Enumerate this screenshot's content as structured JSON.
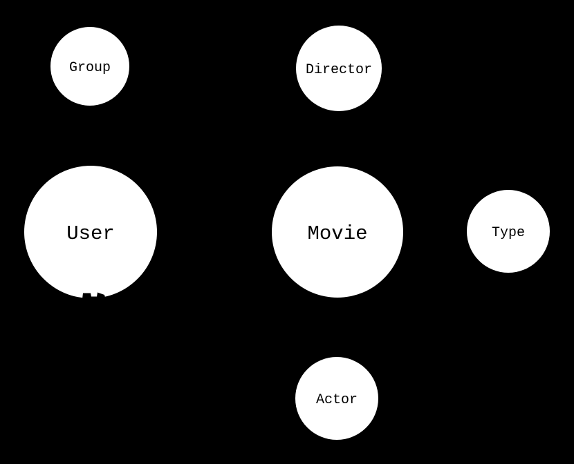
{
  "diagram": {
    "type": "graph",
    "background_color": "#000000",
    "node_fill_color": "#ffffff",
    "node_label_color": "#000000",
    "arrowhead_color": "#000000",
    "nodes": {
      "group": {
        "label": "Group"
      },
      "director": {
        "label": "Director"
      },
      "user": {
        "label": "User"
      },
      "movie": {
        "label": "Movie"
      },
      "type": {
        "label": "Type"
      },
      "actor": {
        "label": "Actor"
      }
    },
    "arrowheads": [
      {
        "name": "arrowhead-into-user-bottom",
        "direction": "up"
      }
    ]
  }
}
